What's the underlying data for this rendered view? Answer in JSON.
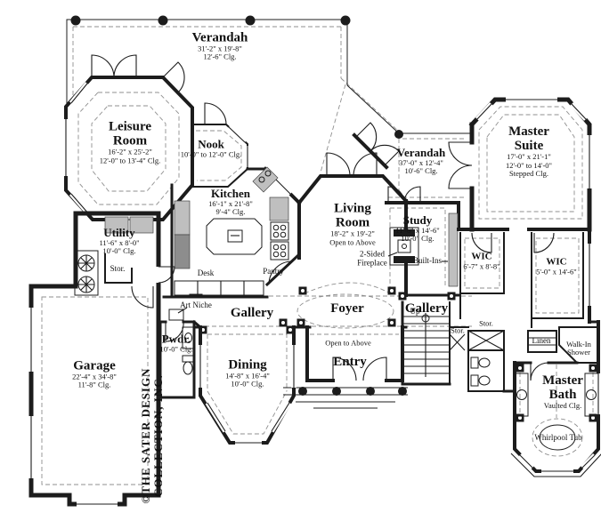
{
  "copyright": {
    "line1": "©THE SATER DESIGN",
    "line2": "COLLECTION, INC."
  },
  "rooms": {
    "verandah_top": {
      "name": "Verandah",
      "dim": "31'-2\" x 19'-8\"",
      "clg": "12'-6\" Clg."
    },
    "leisure": {
      "line1": "Leisure",
      "line2": "Room",
      "dim": "16'-2\" x 25'-2\"",
      "clg": "12'-0\" to 13'-4\" Clg."
    },
    "nook": {
      "name": "Nook",
      "clg": "10'-0\" to 12'-0\" Clg."
    },
    "kitchen": {
      "name": "Kitchen",
      "dim": "16'-1\" x 21'-8\"",
      "clg": "9'-4\" Clg."
    },
    "living": {
      "line1": "Living",
      "line2": "Room",
      "dim": "18'-2\" x 19'-2\"",
      "note": "Open to Above"
    },
    "fireplace": {
      "line1": "2-Sided",
      "line2": "Fireplace"
    },
    "verandah_right": {
      "name": "Verandah",
      "dim": "37'-0\" x 12'-4\"",
      "clg": "10'-6\" Clg."
    },
    "master_suite": {
      "line1": "Master",
      "line2": "Suite",
      "dim": "17'-0\" x 21'-1\"",
      "clg": "12'-0\" to 14'-0\"",
      "clg2": "Stepped Clg."
    },
    "study": {
      "name": "Study",
      "dim": "11'-6\" x 14'-6\"",
      "clg": "10'-0\" Clg."
    },
    "built_ins": {
      "name": "Built-Ins"
    },
    "utility": {
      "name": "Utility",
      "dim": "11'-6\" x 8'-0\"",
      "clg": "10'-0\" Clg."
    },
    "wic_left": {
      "name": "WIC",
      "dim": "6'-7\" x 8'-8\""
    },
    "wic_right": {
      "name": "WIC",
      "dim": "5'-0\" x 14'-6\""
    },
    "gallery_left": {
      "name": "Gallery"
    },
    "foyer": {
      "name": "Foyer"
    },
    "gallery_right": {
      "name": "Gallery"
    },
    "art_niche": {
      "name": "Art Niche"
    },
    "pwdr": {
      "name": "Pwdr.",
      "clg": "10'-0\" Clg."
    },
    "dining": {
      "name": "Dining",
      "dim": "14'-8\" x 16'-4\"",
      "clg": "10'-0\" Clg."
    },
    "entry": {
      "name": "Entry",
      "note": "Open to Above"
    },
    "garage": {
      "name": "Garage",
      "dim": "22'-4\" x 34'-8\"",
      "clg": "11'-8\" Clg."
    },
    "stairs": {
      "up": "Up"
    },
    "stor_utility": {
      "name": "Stor."
    },
    "stor_stairs": {
      "name": "Stor."
    },
    "stor_hall": {
      "name": "Stor."
    },
    "linen": {
      "name": "Linen"
    },
    "shower": {
      "line1": "Walk-In",
      "line2": "Shower"
    },
    "master_bath": {
      "line1": "Master",
      "line2": "Bath",
      "clg": "Vaulted Clg."
    },
    "whirlpool": {
      "name": "Whirlpool Tub"
    },
    "desk": {
      "name": "Desk"
    },
    "pantry": {
      "name": "Pantry"
    }
  }
}
